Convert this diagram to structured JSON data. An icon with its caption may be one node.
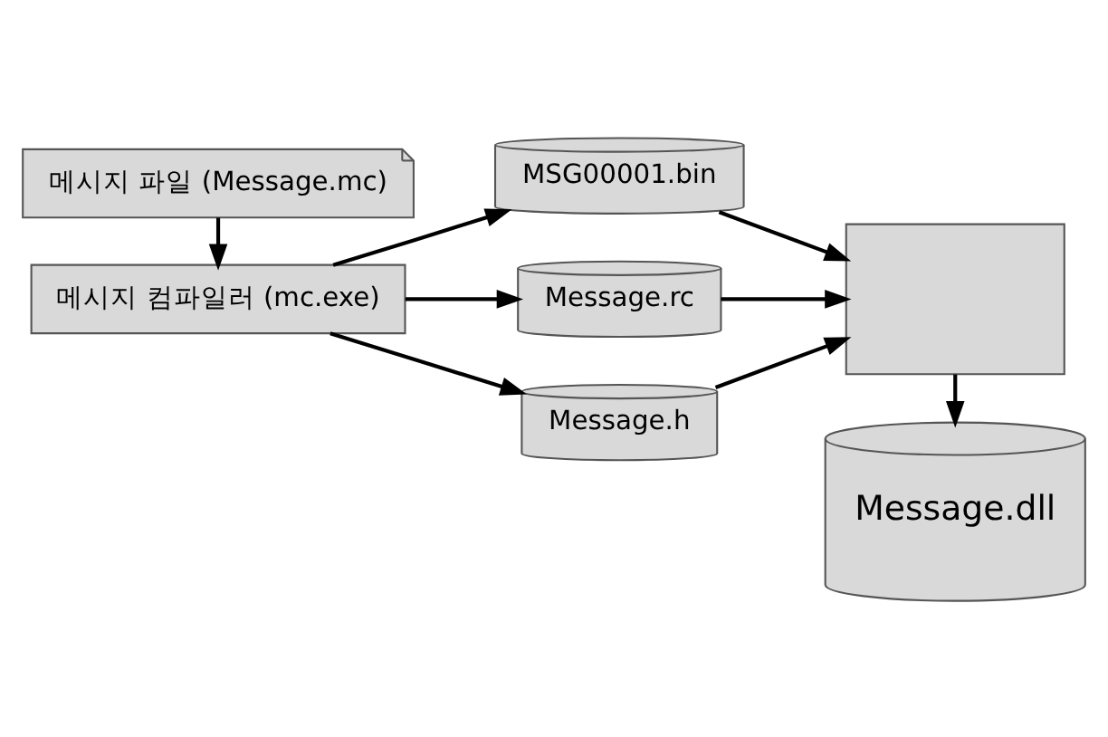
{
  "diagram": {
    "nodes": [
      {
        "text": [
          "메시지 파일 (Message.mc)"
        ]
      },
      {
        "text": [
          "메시지 컴파일러 (mc.exe)"
        ]
      },
      {
        "text": [
          "MSG00001.bin"
        ]
      },
      {
        "text": [
          "Message.rc"
        ]
      },
      {
        "text": [
          "Message.h"
        ]
      },
      {
        "text": [],
        "shape": "box"
      },
      {
        "text": [
          "Message.dll"
        ]
      }
    ],
    "edges": [
      {
        "from": 0,
        "to": 1,
        "arrow": "to"
      },
      {
        "from": 1,
        "to": 2,
        "arrow": "to"
      },
      {
        "from": 1,
        "to": 3,
        "arrow": "to"
      },
      {
        "from": 1,
        "to": 4,
        "arrow": "to"
      },
      {
        "from": 2,
        "to": 5,
        "arrow": "to"
      },
      {
        "from": 3,
        "to": 5,
        "arrow": "to"
      },
      {
        "from": 4,
        "to": 5,
        "arrow": "to"
      },
      {
        "from": 5,
        "to": 6,
        "arrow": "to"
      }
    ]
  }
}
